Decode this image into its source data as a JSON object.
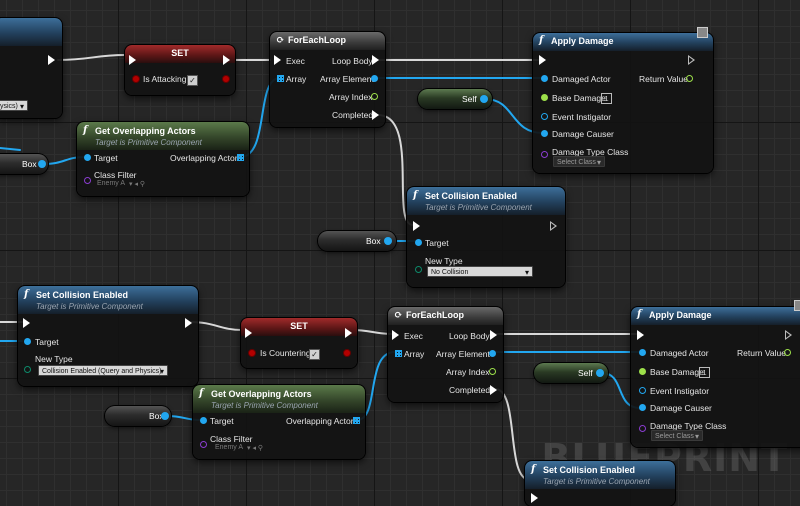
{
  "watermark": "BLUEPRINT",
  "colors": {
    "exec_wire": "#d8d8d8",
    "object_wire": "#22a7f0",
    "bool_wire": "#b30000"
  },
  "top": {
    "left_partial": {
      "dropdown": "ysics)"
    },
    "set_node": {
      "title": "SET",
      "pin_label": "Is Attacking",
      "checked": true
    },
    "foreach": {
      "title": "ForEachLoop",
      "exec": "Exec",
      "array": "Array",
      "loop_body": "Loop Body",
      "array_element": "Array Element",
      "array_index": "Array Index",
      "completed": "Completed"
    },
    "apply_damage": {
      "title": "Apply Damage",
      "damaged_actor": "Damaged Actor",
      "return_value": "Return Value",
      "base_damage": "Base Damage",
      "base_damage_value": "1",
      "event_instigator": "Event Instigator",
      "damage_causer": "Damage Causer",
      "damage_type_class": "Damage Type Class",
      "select_class": "Select Class"
    },
    "self_var": "Self",
    "box_var": "Box",
    "get_overlapping": {
      "title": "Get Overlapping Actors",
      "subtitle": "Target is Primitive Component",
      "target": "Target",
      "overlapping": "Overlapping Actors",
      "class_filter": "Class Filter",
      "class_value": "Enemy A"
    },
    "set_collision": {
      "title": "Set Collision Enabled",
      "subtitle": "Target is Primitive Component",
      "target": "Target",
      "new_type": "New Type",
      "type_value": "No Collision"
    },
    "box_var2": "Box"
  },
  "bottom": {
    "set_collision": {
      "title": "Set Collision Enabled",
      "subtitle": "Target is Primitive Component",
      "target": "Target",
      "new_type": "New Type",
      "type_value": "Collision Enabled (Query and Physics)"
    },
    "set_node": {
      "title": "SET",
      "pin_label": "Is Countering",
      "checked": true
    },
    "foreach": {
      "title": "ForEachLoop",
      "exec": "Exec",
      "array": "Array",
      "loop_body": "Loop Body",
      "array_element": "Array Element",
      "array_index": "Array Index",
      "completed": "Completed"
    },
    "apply_damage": {
      "title": "Apply Damage",
      "damaged_actor": "Damaged Actor",
      "return_value": "Return Value",
      "base_damage": "Base Damage",
      "base_damage_value": "1",
      "event_instigator": "Event Instigator",
      "damage_causer": "Damage Causer",
      "damage_type_class": "Damage Type Class",
      "select_class": "Select Class"
    },
    "self_var": "Self",
    "box_var": "Box",
    "get_overlapping": {
      "title": "Get Overlapping Actors",
      "subtitle": "Target is Primitive Component",
      "target": "Target",
      "overlapping": "Overlapping Actors",
      "class_filter": "Class Filter",
      "class_value": "Enemy A"
    },
    "set_collision2": {
      "title": "Set Collision Enabled",
      "subtitle": "Target is Primitive Component"
    }
  }
}
